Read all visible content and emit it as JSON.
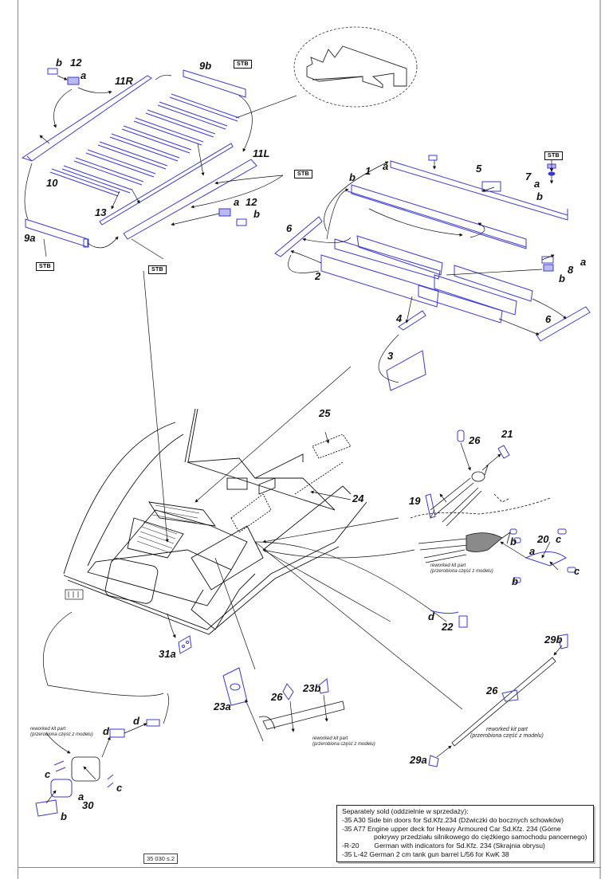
{
  "sheet": {
    "page_number": "35 030 s.2",
    "colors": {
      "part_blue": "#3a3ad0",
      "line_black": "#111111",
      "shade_gray": "#8a8a8a"
    }
  },
  "callouts": {
    "top_left_group": {
      "p12_top": "12",
      "p12_top_a": "a",
      "p12_top_b": "b",
      "p11R": "11R",
      "p9b": "9b",
      "p10": "10",
      "p13": "13",
      "p11L": "11L",
      "p12_bottom": "12",
      "p12_bottom_a": "a",
      "p12_bottom_b": "b",
      "p9a": "9a"
    },
    "top_right_group": {
      "p1": "1",
      "p1_a": "a",
      "p1_b": "b",
      "p5": "5",
      "p7": "7",
      "p7_a": "a",
      "p7_b": "b",
      "p6_left": "6",
      "p2": "2",
      "p8": "8",
      "p8_a": "a",
      "p8_b": "b",
      "p4": "4",
      "p3": "3",
      "p6_right": "6"
    },
    "hull_group": {
      "p25": "25",
      "p24": "24",
      "p31a": "31a"
    },
    "cutter_group": {
      "p26": "26",
      "p21": "21",
      "p19": "19",
      "p20": "20",
      "p20_a": "a",
      "p20_b1": "b",
      "p20_b2": "b",
      "p20_c1": "c",
      "p20_c2": "c",
      "p22": "22",
      "p22_d": "d"
    },
    "barrel_group": {
      "p23a": "23a",
      "p26": "26",
      "p23b": "23b"
    },
    "rod_group": {
      "p29b": "29b",
      "p26": "26",
      "p29a": "29a"
    },
    "light_group": {
      "p30": "30",
      "p30_a": "a",
      "p30_b": "b",
      "p30_c1": "c",
      "p30_c2": "c",
      "p30_d1": "d",
      "p30_d2": "d"
    }
  },
  "stb_tags": [
    "STB",
    "STB",
    "STB",
    "STB",
    "STB"
  ],
  "notes": {
    "reworked_line1": "reworked kit part",
    "reworked_line2": "(przerobiona część z modelu)"
  },
  "legend": {
    "title": "Separately sold (oddzielnie w sprzedaży):",
    "items": [
      {
        "code": "-35 A30",
        "text": "Side bin doors for Sd.Kfz.234 (Dźwiczki do bocznych schowków)"
      },
      {
        "code": "-35 A77",
        "text": "Engine upper deck for Heavy Armoured Car Sd.Kfz. 234 (Górne",
        "continuation": "pokrywy przedziału silnikowego do ciężkiego samochodu pancernego)"
      },
      {
        "code": "-R-20",
        "text": "German with indicators for Sd.Kfz. 234 (Skrajnia obrysu)"
      },
      {
        "code": "-35 L-42",
        "text": "German 2 cm tank gun barrel L/56 for KwK 38"
      }
    ]
  }
}
